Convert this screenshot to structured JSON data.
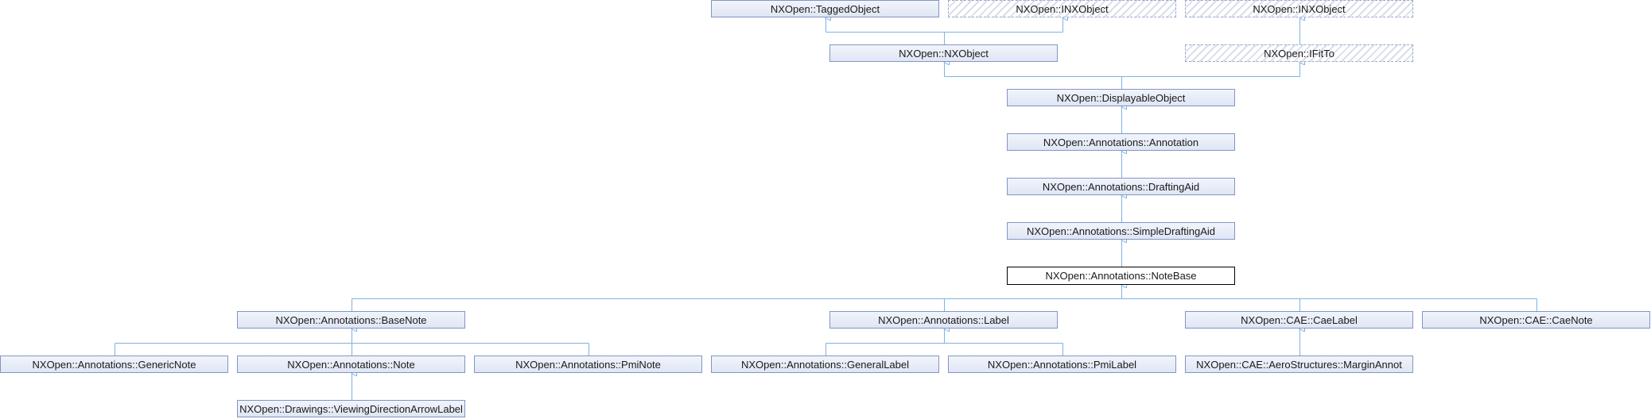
{
  "diagram": {
    "nodes": [
      {
        "id": "tagged_object",
        "label": "NXOpen::TaggedObject",
        "style": "normal"
      },
      {
        "id": "inxobject_1",
        "label": "NXOpen::INXObject",
        "style": "external"
      },
      {
        "id": "inxobject_2",
        "label": "NXOpen::INXObject",
        "style": "external"
      },
      {
        "id": "nxobject",
        "label": "NXOpen::NXObject",
        "style": "normal"
      },
      {
        "id": "ifitto",
        "label": "NXOpen::IFitTo",
        "style": "external"
      },
      {
        "id": "displayable_object",
        "label": "NXOpen::DisplayableObject",
        "style": "normal"
      },
      {
        "id": "annotation",
        "label": "NXOpen::Annotations::Annotation",
        "style": "normal"
      },
      {
        "id": "drafting_aid",
        "label": "NXOpen::Annotations::DraftingAid",
        "style": "normal"
      },
      {
        "id": "simple_drafting_aid",
        "label": "NXOpen::Annotations::SimpleDraftingAid",
        "style": "normal"
      },
      {
        "id": "note_base",
        "label": "NXOpen::Annotations::NoteBase",
        "style": "current"
      },
      {
        "id": "base_note",
        "label": "NXOpen::Annotations::BaseNote",
        "style": "normal"
      },
      {
        "id": "label",
        "label": "NXOpen::Annotations::Label",
        "style": "normal"
      },
      {
        "id": "cae_label",
        "label": "NXOpen::CAE::CaeLabel",
        "style": "normal"
      },
      {
        "id": "cae_note",
        "label": "NXOpen::CAE::CaeNote",
        "style": "normal"
      },
      {
        "id": "generic_note",
        "label": "NXOpen::Annotations::GenericNote",
        "style": "normal"
      },
      {
        "id": "note",
        "label": "NXOpen::Annotations::Note",
        "style": "normal"
      },
      {
        "id": "pmi_note",
        "label": "NXOpen::Annotations::PmiNote",
        "style": "normal"
      },
      {
        "id": "general_label",
        "label": "NXOpen::Annotations::GeneralLabel",
        "style": "normal"
      },
      {
        "id": "pmi_label",
        "label": "NXOpen::Annotations::PmiLabel",
        "style": "normal"
      },
      {
        "id": "margin_annot",
        "label": "NXOpen::CAE::AeroStructures::MarginAnnot",
        "style": "normal"
      },
      {
        "id": "viewing_direction_arrow_label",
        "label": "NXOpen::Drawings::ViewingDirectionArrowLabel",
        "style": "normal"
      }
    ],
    "edges": [
      {
        "child": "nxobject",
        "parents": [
          "tagged_object",
          "inxobject_1"
        ]
      },
      {
        "child": "displayable_object",
        "parents": [
          "nxobject",
          "ifitto"
        ]
      },
      {
        "child": "ifitto",
        "parents": [
          "inxobject_2"
        ]
      },
      {
        "child": "annotation",
        "parents": [
          "displayable_object"
        ]
      },
      {
        "child": "drafting_aid",
        "parents": [
          "annotation"
        ]
      },
      {
        "child": "simple_drafting_aid",
        "parents": [
          "drafting_aid"
        ]
      },
      {
        "child": "note_base",
        "parents": [
          "simple_drafting_aid"
        ]
      },
      {
        "parent": "note_base",
        "children": [
          "base_note",
          "label",
          "cae_label",
          "cae_note"
        ]
      },
      {
        "parent": "base_note",
        "children": [
          "generic_note",
          "note",
          "pmi_note"
        ]
      },
      {
        "parent": "label",
        "children": [
          "general_label",
          "pmi_label"
        ]
      },
      {
        "parent": "cae_label",
        "children": [
          "margin_annot"
        ]
      },
      {
        "parent": "note",
        "children": [
          "viewing_direction_arrow_label"
        ]
      }
    ],
    "colors": {
      "edge": "#7fb3e0",
      "node_border": "#8295c3",
      "current_border": "#000000"
    }
  }
}
